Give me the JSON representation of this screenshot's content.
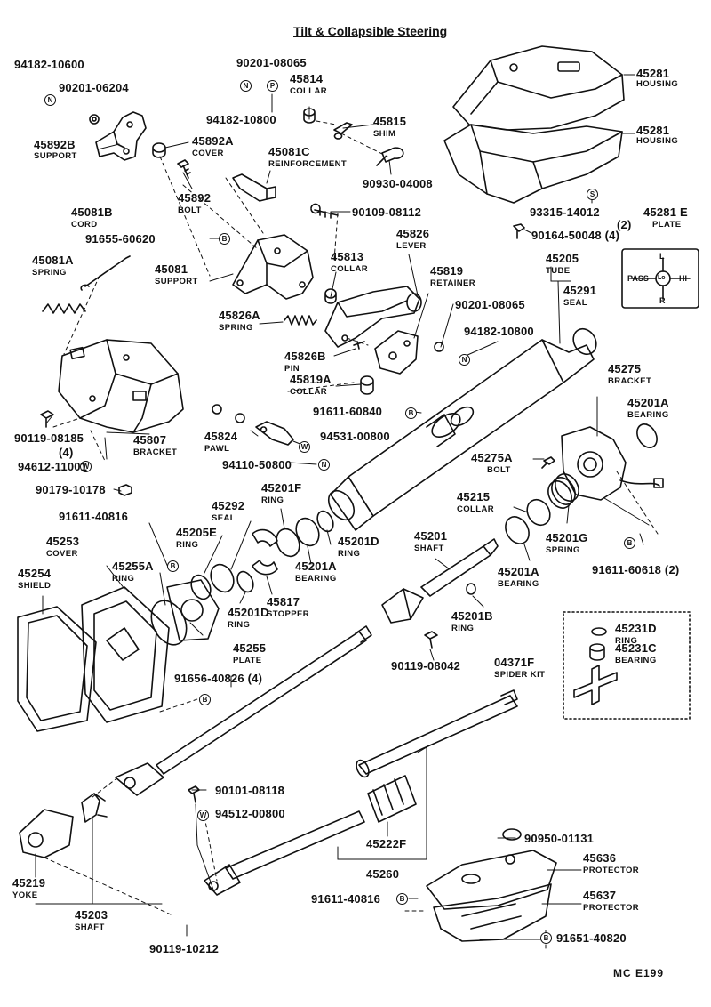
{
  "title": "Tilt & Collapsible Steering",
  "diagram_code": "MC E199",
  "symbols": {
    "N": "N",
    "P": "P",
    "S": "S",
    "B": "B",
    "W": "W"
  },
  "plate_markings": {
    "up": "L",
    "center": "Lo",
    "left": "PASS",
    "right": "HI",
    "down": "R"
  },
  "parts": {
    "p_94182_10600": "94182-10600",
    "p_90201_06204": "90201-06204",
    "p_45892B": "45892B",
    "n_support_1": "SUPPORT",
    "p_90201_08065a": "90201-08065",
    "p_45814": "45814",
    "n_collar_1": "COLLAR",
    "p_94182_10800a": "94182-10800",
    "p_45815": "45815",
    "n_shim": "SHIM",
    "p_45892A": "45892A",
    "n_cover_1": "COVER",
    "p_45081C": "45081C",
    "n_reinforcement": "REINFORCEMENT",
    "p_45892": "45892",
    "n_bolt_1": "BOLT",
    "p_90930_04008": "90930-04008",
    "p_45081B": "45081B",
    "n_cord": "CORD",
    "p_90109_08112": "90109-08112",
    "p_91655_60620": "91655-60620",
    "p_45081A": "45081A",
    "n_spring_1": "SPRING",
    "p_45081": "45081",
    "n_support_2": "SUPPORT",
    "p_45813": "45813",
    "n_collar_2": "COLLAR",
    "p_45826": "45826",
    "n_lever": "LEVER",
    "p_45819": "45819",
    "n_retainer": "RETAINER",
    "p_90201_08065b": "90201-08065",
    "p_45826A": "45826A",
    "n_spring_2": "SPRING",
    "p_45826B": "45826B",
    "n_pin": "PIN",
    "p_94182_10800b": "94182-10800",
    "p_45819A": "45819A",
    "n_collar_3": "COLLAR",
    "p_91611_60840": "91611-60840",
    "p_90119_08185": "90119-08185",
    "q_4a": "(4)",
    "p_45807": "45807",
    "n_bracket_1": "BRACKET",
    "p_45824": "45824",
    "n_pawl": "PAWL",
    "p_94531_00800": "94531-00800",
    "p_94612_11001": "94612-11001",
    "p_94110_50800": "94110-50800",
    "p_90179_10178": "90179-10178",
    "p_45281a": "45281",
    "n_housing_1": "HOUSING",
    "p_45281b": "45281",
    "n_housing_2": "HOUSING",
    "p_93315_14012": "93315-14012",
    "q_2a": "(2)",
    "p_45281E": "45281 E",
    "n_plate_1": "PLATE",
    "p_90164_50048": "90164-50048 (4)",
    "p_45205": "45205",
    "n_tube": "TUBE",
    "p_45291": "45291",
    "n_seal_1": "SEAL",
    "p_45275": "45275",
    "n_bracket_2": "BRACKET",
    "p_45201A_a": "45201A",
    "n_bearing_1": "BEARING",
    "p_45275A": "45275A",
    "n_bolt_2": "BOLT",
    "p_45215": "45215",
    "n_collar_4": "COLLAR",
    "p_45201G": "45201G",
    "n_spring_3": "SPRING",
    "p_91611_60618": "91611-60618 (2)",
    "p_91611_40816a": "91611-40816",
    "p_45292": "45292",
    "n_seal_2": "SEAL",
    "p_45201F": "45201F",
    "n_ring_1": "RING",
    "p_45253": "45253",
    "n_cover_2": "COVER",
    "p_45205E": "45205E",
    "n_ring_2": "RING",
    "p_45201D_a": "45201D",
    "n_ring_3": "RING",
    "p_45201": "45201",
    "n_shaft_1": "SHAFT",
    "p_45255A": "45255A",
    "n_ring_4": "RING",
    "p_45201A_b": "45201A",
    "n_bearing_2": "BEARING",
    "p_45201A_c": "45201A",
    "n_bearing_3": "BEARING",
    "p_45254": "45254",
    "n_shield": "SHIELD",
    "p_45817": "45817",
    "n_stopper": "STOPPER",
    "p_45201D_b": "45201D",
    "n_ring_5": "RING",
    "p_45201B": "45201B",
    "n_ring_6": "RING",
    "p_45255": "45255",
    "n_plate_2": "PLATE",
    "p_45231D": "45231D",
    "n_ring_7": "RING",
    "p_45231C": "45231C",
    "n_bearing_4": "BEARING",
    "p_04371F": "04371F",
    "n_spider": "SPIDER KIT",
    "p_90119_08042": "90119-08042",
    "p_91656_40826": "91656-40826 (4)",
    "p_90101_08118": "90101-08118",
    "p_94512_00800": "94512-00800",
    "p_45222F": "45222F",
    "p_45260": "45260",
    "p_90950_01131": "90950-01131",
    "p_45636": "45636",
    "n_protector_1": "PROTECTOR",
    "p_45637": "45637",
    "n_protector_2": "PROTECTOR",
    "p_91611_40816b": "91611-40816",
    "p_91651_40820": "91651-40820",
    "p_45219": "45219",
    "n_yoke": "YOKE",
    "p_45203": "45203",
    "n_shaft_2": "SHAFT",
    "p_90119_10212": "90119-10212"
  }
}
